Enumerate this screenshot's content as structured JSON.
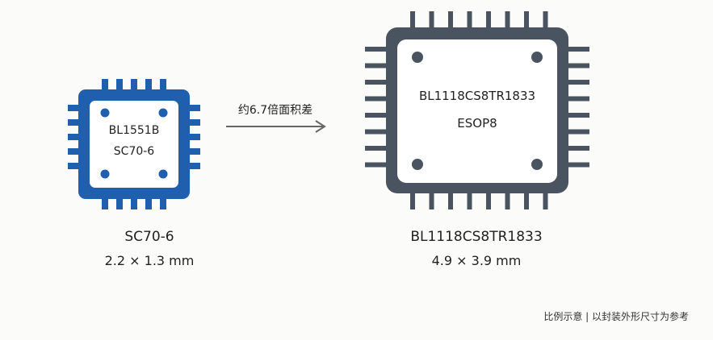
{
  "small_chip": {
    "label_line1": "BL1551B",
    "label_line2": "SC70-6",
    "caption_name": "SC70-6",
    "caption_size": "2.2 × 1.3 mm",
    "color": "#1f5fae"
  },
  "large_chip": {
    "label_line1": "BL1118CS8TR1833",
    "label_line2": "ESOP8",
    "caption_name": "BL1118CS8TR1833",
    "caption_size": "4.9 × 3.9 mm",
    "color": "#4a5360"
  },
  "arrow": {
    "label": "约6.7倍面积差",
    "color": "#666666"
  },
  "footnote": "比例示意 | 以封装外形尺寸为参考"
}
